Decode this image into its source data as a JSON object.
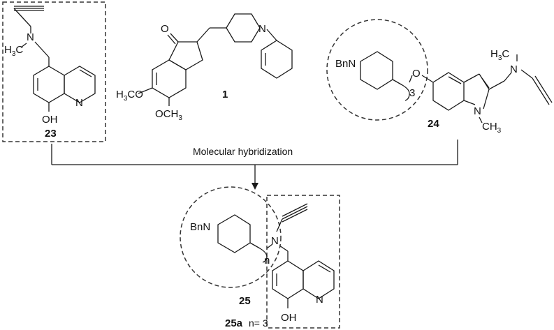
{
  "compounds": {
    "c23": {
      "label": "23",
      "atoms": {
        "n": "N",
        "h3c": "H",
        "h3c_sub": "3",
        "h3c_c": "C",
        "nq": "N",
        "oh": "OH"
      }
    },
    "c1": {
      "label": "1",
      "atoms": {
        "o": "O",
        "n": "N",
        "h3co": "H",
        "h3co_sub": "3",
        "h3co_rest": "CO",
        "och3": "OCH",
        "och3_sub": "3"
      }
    },
    "c24": {
      "label": "24",
      "atoms": {
        "bnn": "BnN",
        "o": "O",
        "n3": "3",
        "h3c": "H",
        "h3c_sub": "3",
        "h3c_c": "C",
        "n_chain": "N",
        "n_indole": "N",
        "ch3": "CH",
        "ch3_sub": "3"
      }
    },
    "c25": {
      "label": "25",
      "atoms": {
        "bnn": "BnN",
        "n": "N",
        "n_idx": "n",
        "nq": "N",
        "oh": "OH"
      }
    },
    "c25a": {
      "label": "25a",
      "text": "n= 3"
    }
  },
  "arrow": {
    "caption": "Molecular hybridization"
  }
}
